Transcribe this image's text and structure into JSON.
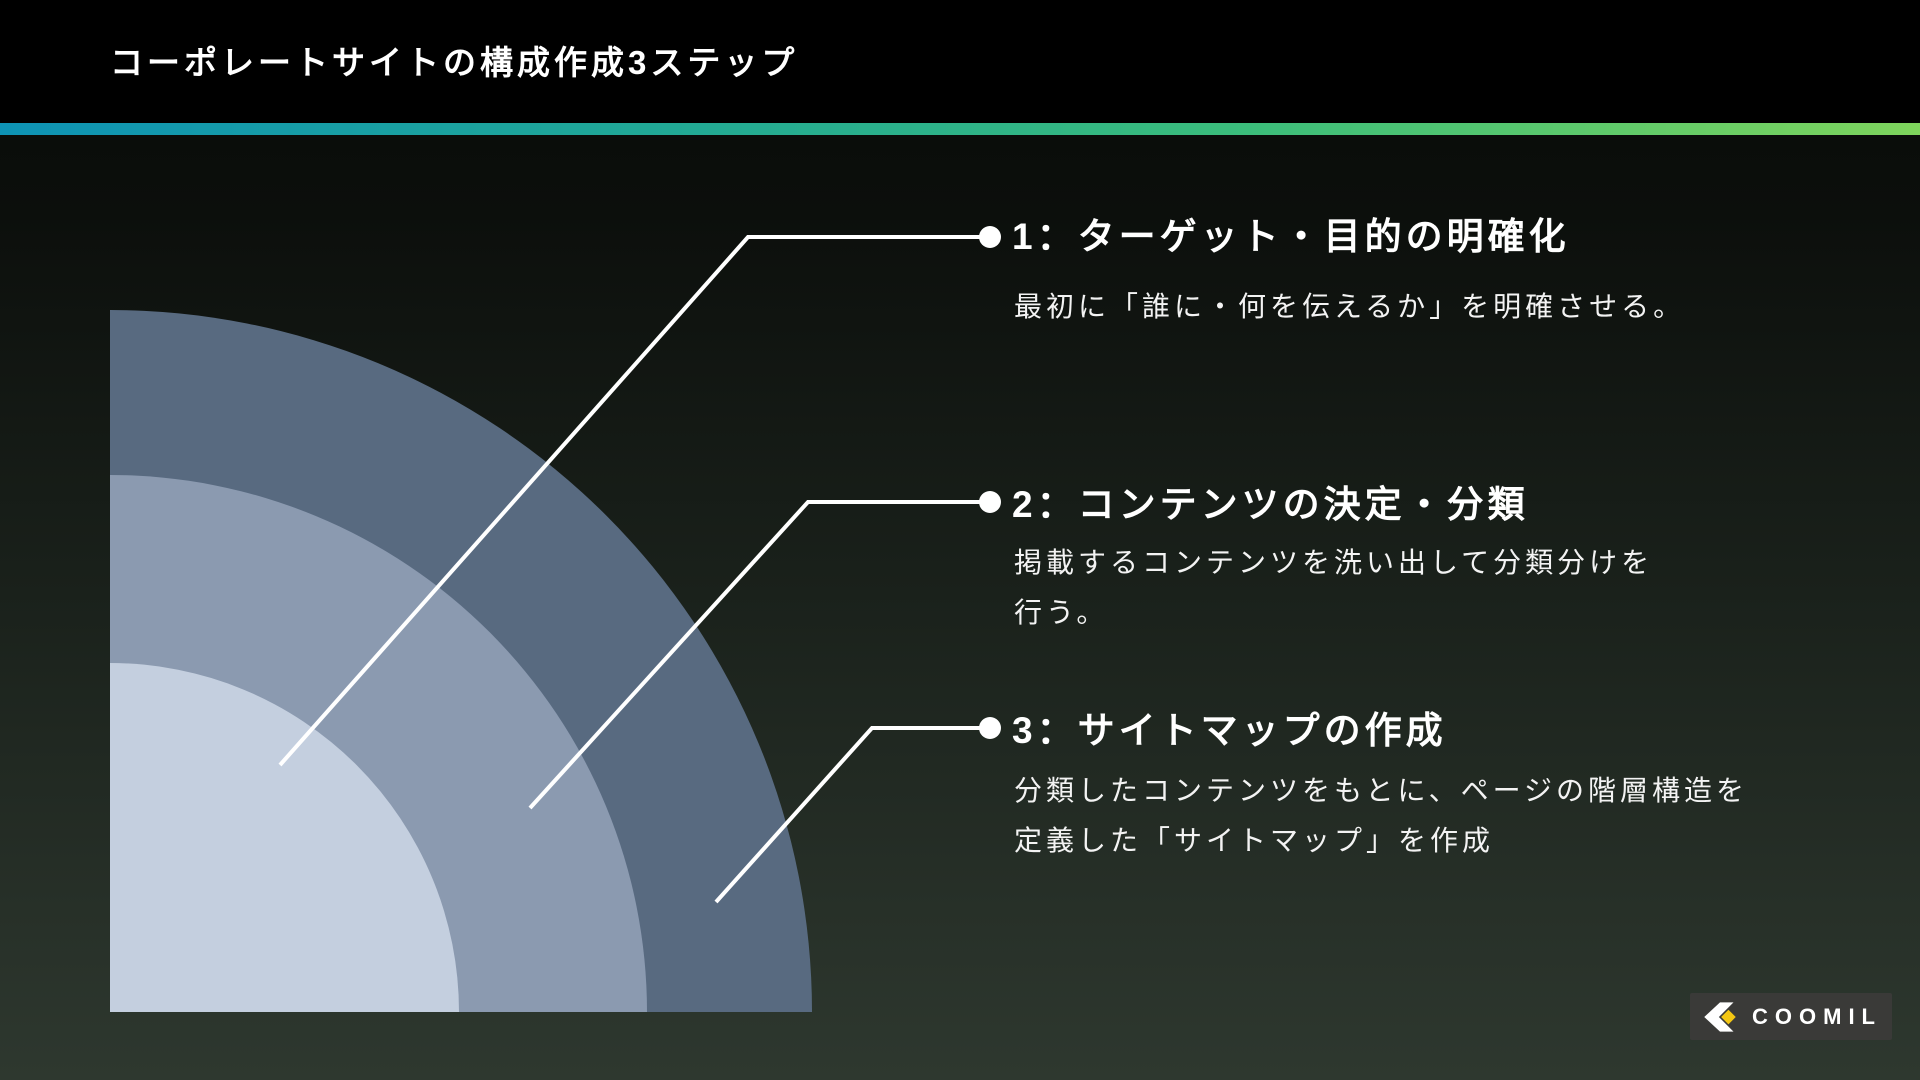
{
  "slide": {
    "title": "コーポレートサイトの構成作成3ステップ",
    "accent_gradient": {
      "left": "#0e93b5",
      "mid": "#3bbd7b",
      "right": "#7ed45c"
    },
    "steps": [
      {
        "heading": "1：ターゲット・目的の明確化",
        "description": "最初に「誰に・何を伝えるか」を明確させる。",
        "description_lines": [
          "最初に「誰に・何を伝えるか」を明確させる。"
        ]
      },
      {
        "heading": "2：コンテンツの決定・分類",
        "description": "掲載するコンテンツを洗い出して分類分けを行う。",
        "description_lines": [
          "掲載するコンテンツを洗い出して分類分けを",
          "行う。"
        ]
      },
      {
        "heading": "3：サイトマップの作成",
        "description": "分類したコンテンツをもとに、ページの階層構造を定義した「サイトマップ」を作成",
        "description_lines": [
          "分類したコンテンツをもとに、ページの階層構造を",
          "定義した「サイトマップ」を作成"
        ]
      }
    ],
    "rings": {
      "outer_color": "#586a80",
      "middle_color": "#8b9ab0",
      "inner_color": "#c4cfdf"
    },
    "logo": {
      "text": "COOMIL",
      "chevron_color": "#ffffff",
      "diamond_color": "#f4c713",
      "box_color": "#3a3a38"
    }
  }
}
